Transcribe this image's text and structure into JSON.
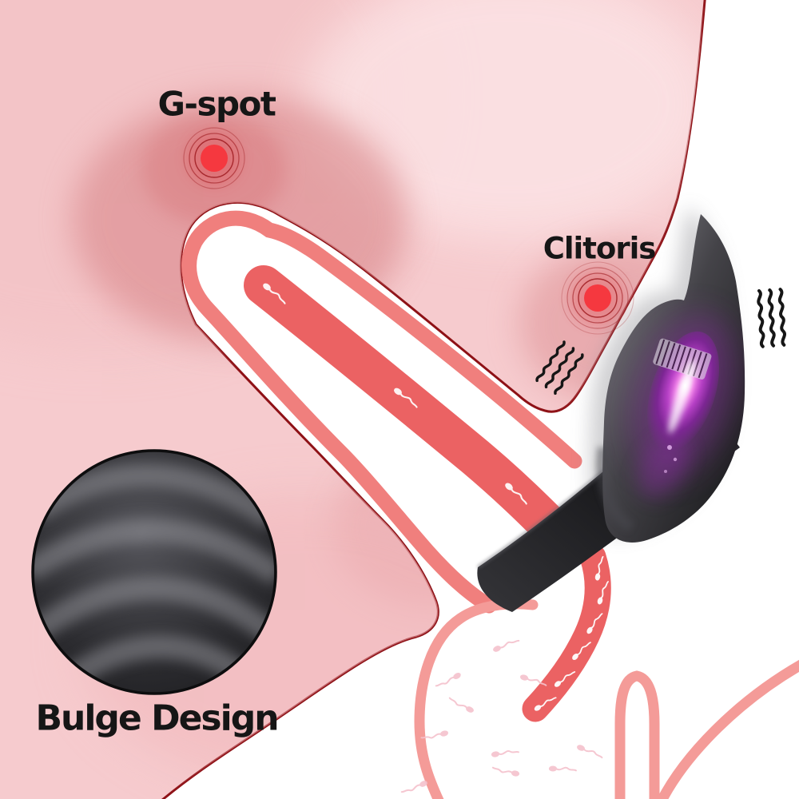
{
  "figure": {
    "kind": "anatomy-product-illustration",
    "background": "#ffffff"
  },
  "labels": {
    "g_spot": "G-spot",
    "clitoris": "Clitoris",
    "bulge_design": "Bulge Design"
  },
  "icons": {
    "g_spot_marker": "red-dot-pulse-rings",
    "clitoris_marker": "red-dot-pulse-rings",
    "vibration_waves": "triple-wavy-lines",
    "sperm": "sperm-cell",
    "bulge_inset": "ribbed-texture-circle",
    "motor": "purple-glow-motor"
  },
  "details": {
    "vaginal_canal_sperm_count": 3,
    "cervical_canal_sperm_count": 6,
    "uterus_sperm_count": 10,
    "vibration_wave_groups": 2,
    "pulse_markers": 2
  },
  "colors": {
    "background": "#ffffff",
    "tissue_pink": "#f6cbce",
    "outline_dark_red": "#8e1116",
    "canal_lining_salmon": "#f07f7d",
    "canal_core_red": "#eb6263",
    "hotspot_red": "#f5383f",
    "pulse_ring_red": "#9e1b20",
    "uterus_coral": "#f49b98",
    "sperm_pink": "#f5c2cd",
    "device_black": "#222225",
    "motor_purple": "#a43fd1",
    "label_text": "#161616"
  }
}
